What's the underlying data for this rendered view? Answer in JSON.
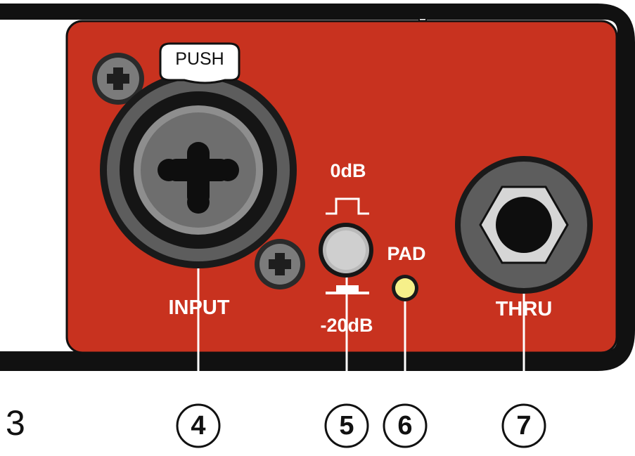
{
  "labels": {
    "push": "PUSH",
    "input": "INPUT",
    "zero_db": "0dB",
    "minus_20db": "-20dB",
    "pad": "PAD",
    "thru": "THRU"
  },
  "callouts": [
    "4",
    "5",
    "6",
    "7"
  ],
  "page_number": "3",
  "colors": {
    "panel": "#c8321f",
    "chassis": "#111111",
    "led": "#f6f08a",
    "button": "#cfcfcf"
  }
}
